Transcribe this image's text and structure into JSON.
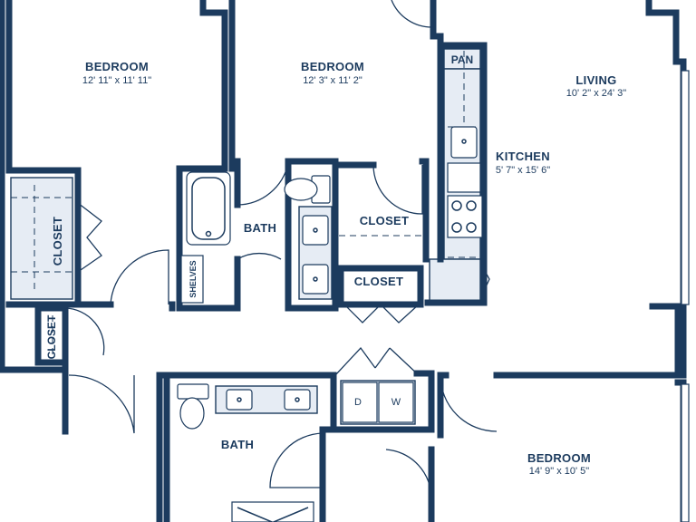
{
  "rooms": {
    "bedroom1": {
      "name": "BEDROOM",
      "dims": "12' 11\" x 11' 11\""
    },
    "bedroom2": {
      "name": "BEDROOM",
      "dims": "12' 3\" x 11' 2\""
    },
    "living": {
      "name": "LIVING",
      "dims": "10' 2\" x 24' 3\""
    },
    "kitchen": {
      "name": "KITCHEN",
      "dims": "5' 7\" x 15' 6\""
    },
    "bedroom3": {
      "name": "BEDROOM",
      "dims": "14' 9\" x 10' 5\""
    },
    "bath1": {
      "name": "BATH"
    },
    "bath2": {
      "name": "BATH"
    },
    "pantry": {
      "name": "PAN"
    },
    "closet_left": {
      "name": "CLOSET"
    },
    "closet_small": {
      "name": "CLOSET"
    },
    "closet_mid": {
      "name": "CLOSET"
    },
    "closet_mid2": {
      "name": "CLOSET"
    },
    "shelves": {
      "name": "SHELVES"
    },
    "dryer": {
      "name": "D"
    },
    "washer": {
      "name": "W"
    }
  },
  "colors": {
    "wall": "#1c3b5e",
    "fixture": "#e6ecf4"
  }
}
